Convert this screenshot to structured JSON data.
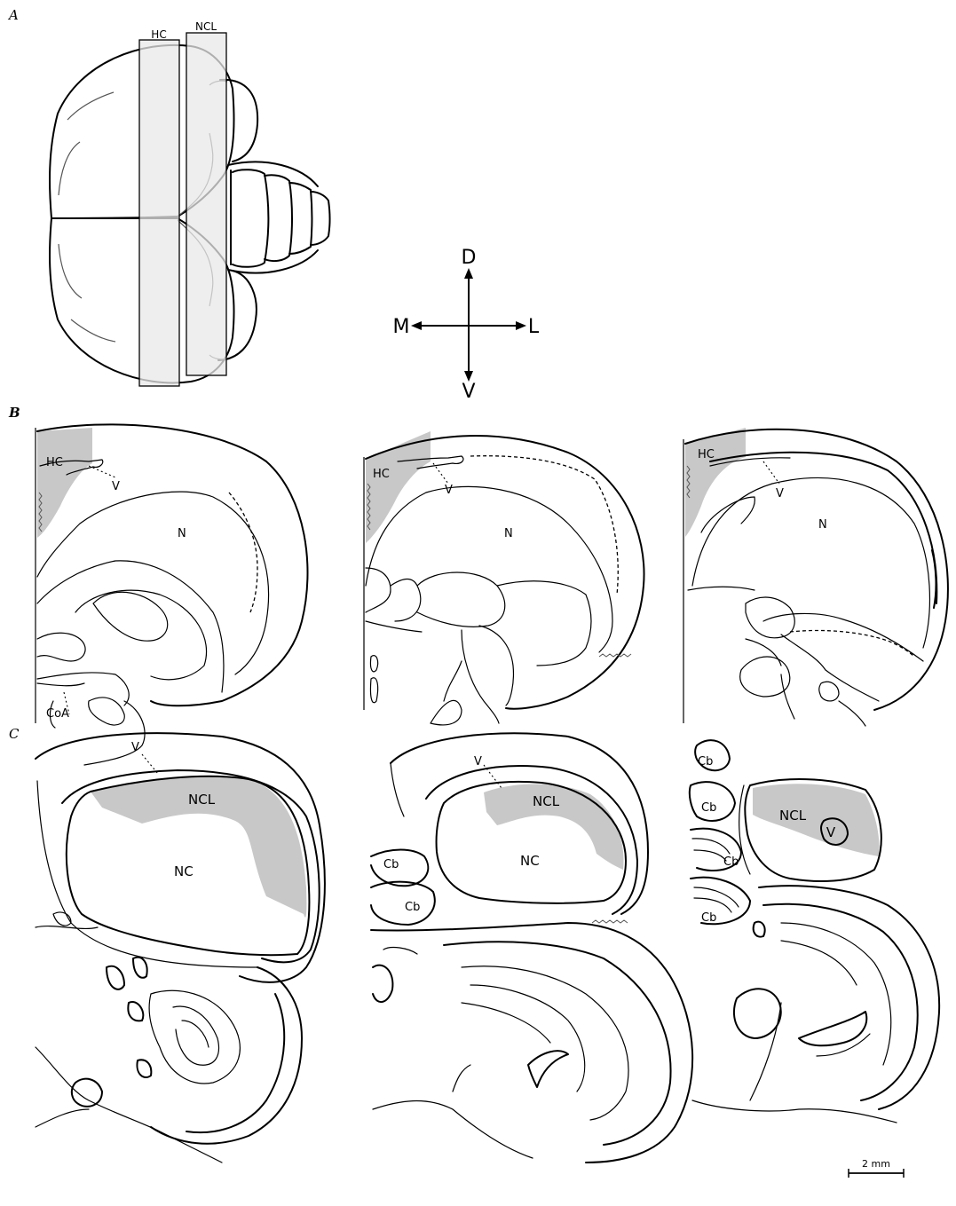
{
  "panels": {
    "a": "A",
    "b": "B",
    "c": "C"
  },
  "panel_a": {
    "strip_hc": "HC",
    "strip_ncl": "NCL"
  },
  "compass": {
    "dorsal": "D",
    "ventral": "V",
    "medial": "M",
    "lateral": "L"
  },
  "panel_b": {
    "s1": {
      "hc": "HC",
      "v": "V",
      "n": "N",
      "coa": "CoA"
    },
    "s2": {
      "hc": "HC",
      "v": "V",
      "n": "N"
    },
    "s3": {
      "hc": "HC",
      "v": "V",
      "n": "N"
    }
  },
  "panel_c": {
    "s1": {
      "v": "V",
      "ncl": "NCL",
      "nc": "NC"
    },
    "s2": {
      "v": "V",
      "ncl": "NCL",
      "nc": "NC",
      "cb1": "Cb",
      "cb2": "Cb"
    },
    "s3": {
      "ncl": "NCL",
      "v": "V",
      "cb1": "Cb",
      "cb2": "Cb",
      "cb3": "Cb",
      "cb4": "Cb"
    }
  },
  "scale_bar": "2 mm",
  "colors": {
    "shade": "#c8c8c8",
    "strip_fill": "#e8e8e8",
    "line": "#000000"
  }
}
